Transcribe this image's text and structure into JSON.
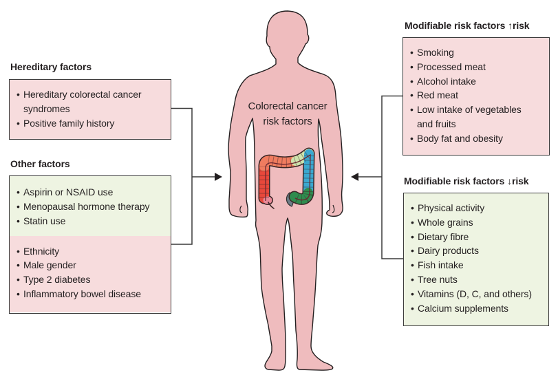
{
  "center": {
    "label_line1": "Colorectal cancer",
    "label_line2": "risk factors"
  },
  "hereditary": {
    "heading": "Hereditary factors",
    "items": [
      "Hereditary colorectal cancer syndromes",
      "Positive family history"
    ]
  },
  "other": {
    "heading": "Other factors",
    "protective_items": [
      "Aspirin or NSAID use",
      "Menopausal hormone therapy",
      "Statin use"
    ],
    "risk_items": [
      "Ethnicity",
      "Male gender",
      "Type 2 diabetes",
      "Inflammatory bowel disease"
    ]
  },
  "modifiable_increase": {
    "heading": "Modifiable risk factors ↑risk",
    "items": [
      "Smoking",
      "Processed meat",
      "Alcohol intake",
      "Red meat",
      "Low intake of vegetables and fruits",
      "Body fat and obesity"
    ]
  },
  "modifiable_decrease": {
    "heading": "Modifiable risk factors ↓risk",
    "items": [
      "Physical activity",
      "Whole grains",
      "Dietary fibre",
      "Dairy products",
      "Fish intake",
      "Tree nuts",
      "Vitamins (D, C, and others)",
      "Calcium supplements"
    ]
  },
  "colors": {
    "risk_fill": "#f7dcdd",
    "protective_fill": "#eef4e2",
    "body_fill": "#efbcbe",
    "outline": "#231f20",
    "colon": {
      "ascending": "#e8483b",
      "cecum": "#e98a98",
      "transverse": "#f07c5f",
      "splenic_flexure": "#cfe4ae",
      "descending": "#3ba8d0",
      "sigmoid": "#2f8c4e",
      "rectum": "#6e7d87"
    }
  }
}
